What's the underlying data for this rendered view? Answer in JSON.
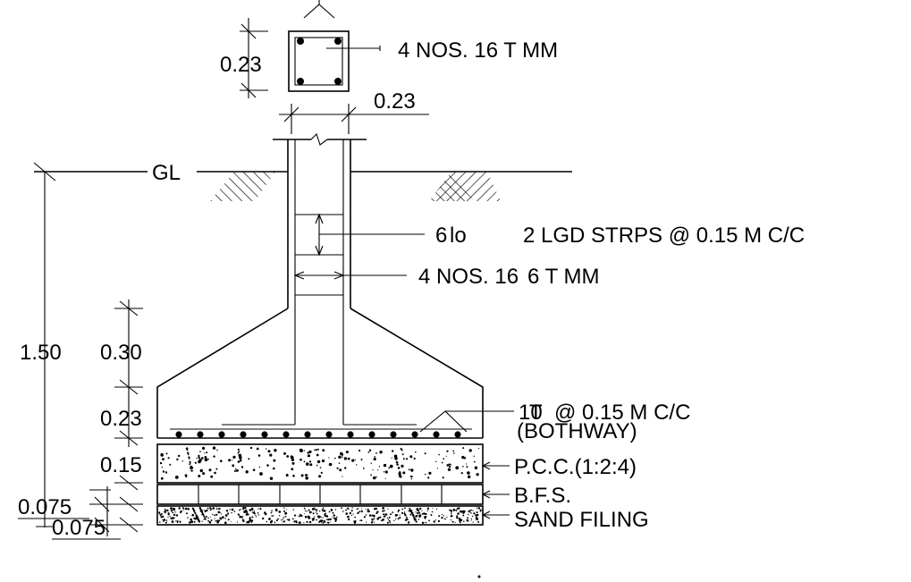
{
  "column_section": {
    "size": "0.23",
    "rebar": "4 NOS. 16  T   MM"
  },
  "column_width": "0.23",
  "ground_level": "GL",
  "callouts": {
    "stirrup_dia": "6",
    "stirrup_symbol": "lo",
    "stirrups": "2 LGD STRPS @ 0.15 M C/C",
    "main_bars": "4 NOS. 16",
    "main_bars_tail": "6   T    MM",
    "mesh_dia": "10",
    "mesh_symbol": "T",
    "mesh_spacing": "@ 0.15 M C/C",
    "mesh_note": "(BOTHWAY)",
    "pcc": "P.C.C.(1:2:4)",
    "bfs": "B.F.S.",
    "sand": "SAND  FILING"
  },
  "dimensions": {
    "total_depth": "1.50",
    "taper_depth": "0.30",
    "footing_depth": "0.23",
    "pcc_depth": "0.15",
    "bfs_depth": "0.075",
    "sand_depth": "0.075"
  },
  "colors": {
    "ink": "#000000",
    "paper": "#ffffff"
  }
}
